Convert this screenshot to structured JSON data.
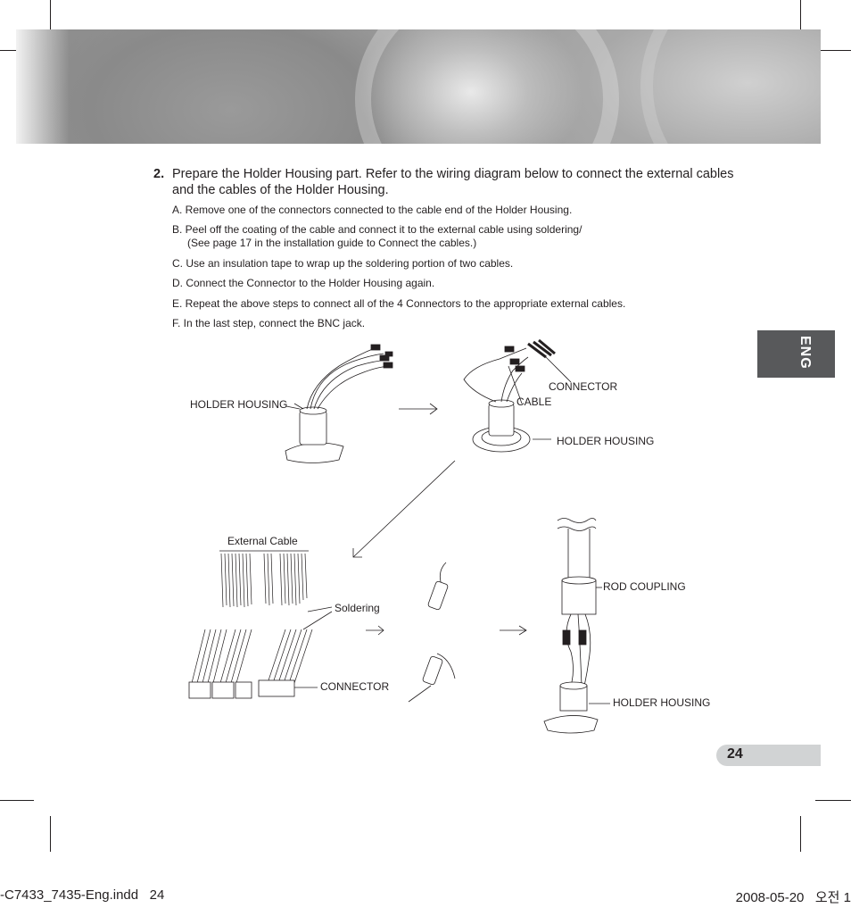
{
  "step": {
    "number": "2.",
    "text": "Prepare the Holder Housing part. Refer to the wiring diagram below to connect the external cables and the cables of the Holder Housing."
  },
  "substeps": [
    "A. Remove one of the connectors connected to the cable end of the Holder Housing.",
    "B. Peel off the coating of the cable and connect it to the external cable using soldering/",
    "(See page 17 in the installation guide to Connect the cables.)",
    "C. Use an insulation tape to wrap up the soldering portion of two cables.",
    "D. Connect the Connector to the Holder Housing again.",
    "E. Repeat the above steps to connect all of the 4 Connectors to the appropriate external cables.",
    "F. In the last step, connect the BNC jack."
  ],
  "labels": {
    "holder_housing_1": "HOLDER HOUSING",
    "connector_1": "CONNECTOR",
    "cable": "CABLE",
    "holder_housing_2": "HOLDER HOUSING",
    "external_cable": "External Cable",
    "soldering": "Soldering",
    "connector_2": "CONNECTOR",
    "rod_coupling": "ROD COUPLING",
    "holder_housing_3": "HOLDER HOUSING"
  },
  "side_tab": "ENG",
  "page_number": "24",
  "footer": {
    "left": "-C7433_7435-Eng.indd   24",
    "right": "2008-05-20   오전 1"
  }
}
